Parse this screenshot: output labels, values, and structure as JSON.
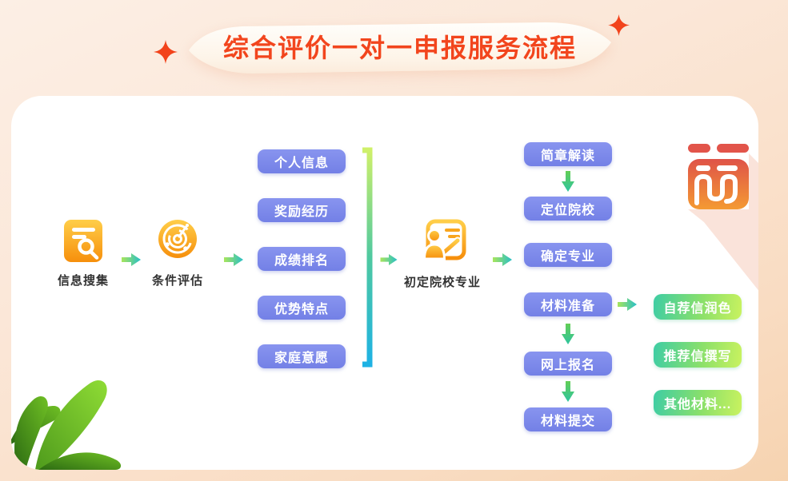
{
  "banner": {
    "title": "综合评价一对一申报服务流程"
  },
  "stages": {
    "collect": {
      "label": "信息搜集",
      "icon": "document-search-icon"
    },
    "evaluate": {
      "label": "条件评估",
      "icon": "radar-target-icon"
    },
    "shortlist": {
      "label": "初定院校专业",
      "icon": "person-document-icon"
    }
  },
  "factors": [
    "个人信息",
    "奖励经历",
    "成绩排名",
    "优势特点",
    "家庭意愿"
  ],
  "steps": [
    "简章解读",
    "定位院校",
    "确定专业",
    "材料准备",
    "网上报名",
    "材料提交"
  ],
  "materials": [
    "自荐信润色",
    "推荐信撰写",
    "其他材料..."
  ],
  "icons": [
    "sparkle-icon",
    "arrow-right-icon",
    "arrow-down-icon",
    "bracket-icon",
    "brand-logo-icon",
    "leaf-decoration-icon"
  ],
  "colors": {
    "title_red": "#F2451D",
    "pill_blue": "#7B87E8",
    "pill_green_start": "#3ECDA4",
    "pill_green_end": "#C9F25F",
    "icon_orange_light": "#FFC93F",
    "icon_orange_deep": "#F7930E",
    "arrow_green": "#8BDD5C",
    "arrow_teal": "#27BFC7",
    "bracket_top": "#CFF06A",
    "bracket_bottom": "#1EB2E4",
    "background_peach": "#F9DCC2",
    "card_white": "#FFFFFF"
  }
}
